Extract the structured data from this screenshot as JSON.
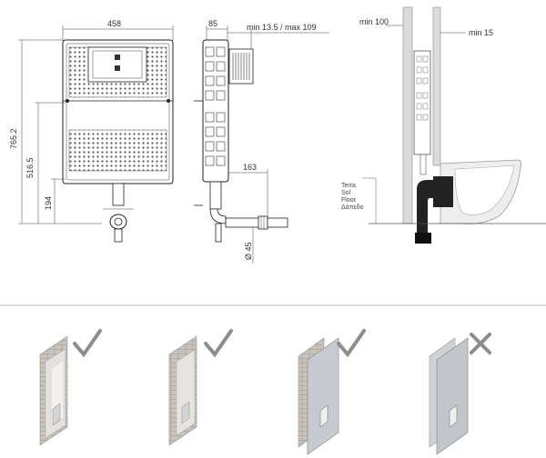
{
  "front_view": {
    "width_label": "458",
    "height_total_label": "765.2",
    "height_mid_label": "516.5",
    "height_low_label": "194"
  },
  "side_view": {
    "depth_label": "85",
    "adjust_label": "min 13.5 / max 109",
    "outlet_offset_label": "163",
    "pipe_diameter_label": "Ø 45"
  },
  "install_view": {
    "min_top_label": "min 100",
    "min_side_label": "min 15",
    "floor_labels": [
      "Terra",
      "Sol",
      "Floor",
      "Δάπεδο"
    ]
  },
  "wall_types": [
    {
      "name": "brick-wall-recessed",
      "status": "check"
    },
    {
      "name": "brick-wall-partial",
      "status": "check"
    },
    {
      "name": "brick-wall-board",
      "status": "check"
    },
    {
      "name": "drywall-board",
      "status": "cross"
    }
  ],
  "colors": {
    "check": "#8c8c8c",
    "brick": "#c9c3bd",
    "panel": "#bfc3c7",
    "wall_grey": "#d2d4d6"
  }
}
